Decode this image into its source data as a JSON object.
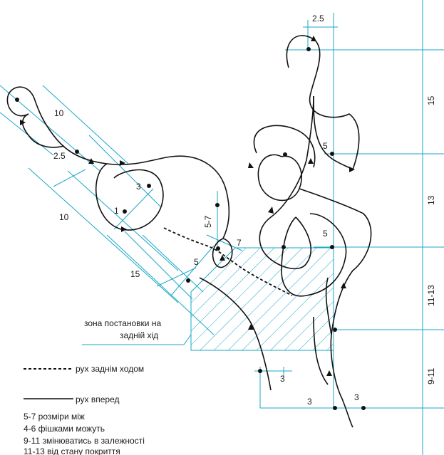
{
  "colors": {
    "guide": "#1aa7c9",
    "path": "#111111",
    "background": "#ffffff"
  },
  "dimensions": {
    "d_2_5_top": "2.5",
    "d_15_right": "15",
    "d_13_right": "13",
    "d_11_13_right": "11-13",
    "d_9_11_right": "9-11",
    "d_10_upper": "10",
    "d_2_5_left": "2.5",
    "d_10_lower": "10",
    "d_15_left": "15",
    "d_3_circle": "3",
    "d_1_circle": "1",
    "d_5_7": "5-7",
    "d_7": "7",
    "d_5_small": "5",
    "d_5_upper": "5",
    "d_5_middle": "5",
    "d_3_bottom_small": "3",
    "d_3_bottom_left": "3",
    "d_3_bottom_right": "3"
  },
  "zone_label_line1": "зона постановки на",
  "zone_label_line2": "задній хід",
  "legend": {
    "reverse": "рух заднім ходом",
    "forward": "рух вперед"
  },
  "notes": [
    "5-7 розміри між",
    "4-6 фішками можуть",
    "9-11 змінюватись в залежності",
    "11-13 від стану покриття"
  ]
}
